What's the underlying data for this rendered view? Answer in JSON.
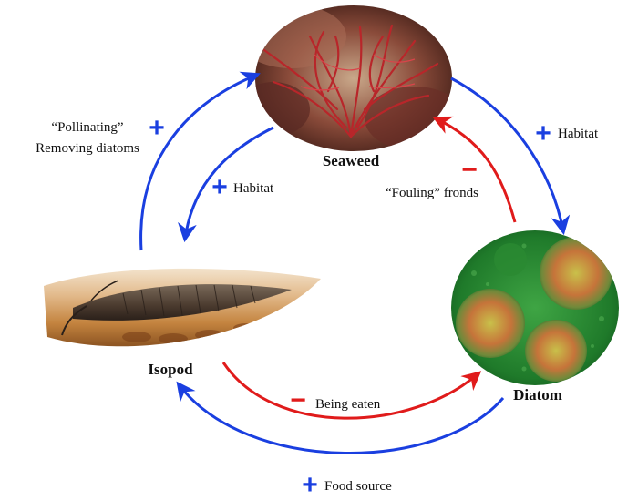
{
  "nodes": {
    "seaweed": {
      "label": "Seaweed"
    },
    "isopod": {
      "label": "Isopod"
    },
    "diatom": {
      "label": "Diatom"
    }
  },
  "interactions": {
    "isopod_to_seaweed": {
      "sign": "+",
      "line1": "“Pollinating”",
      "line2": "Removing diatoms"
    },
    "seaweed_to_isopod": {
      "sign": "+",
      "text": "Habitat"
    },
    "seaweed_to_diatom": {
      "sign": "+",
      "text": "Habitat"
    },
    "diatom_to_seaweed": {
      "sign": "−",
      "text": "“Fouling” fronds"
    },
    "isopod_to_diatom": {
      "sign": "−",
      "text": "Being eaten"
    },
    "diatom_to_isopod": {
      "sign": "+",
      "text": "Food source"
    }
  },
  "colors": {
    "positive": "#1a3fe0",
    "negative": "#e01b1b",
    "text": "#111111"
  }
}
